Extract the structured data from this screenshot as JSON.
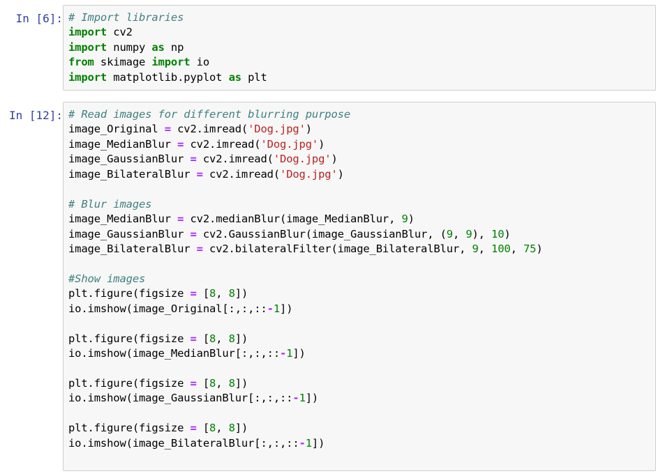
{
  "cells": [
    {
      "prompt": "In [6]:",
      "lines": [
        [
          [
            "cm",
            "# Import libraries"
          ]
        ],
        [
          [
            "kw",
            "import"
          ],
          [
            "pl",
            " cv2"
          ]
        ],
        [
          [
            "kw",
            "import"
          ],
          [
            "pl",
            " numpy "
          ],
          [
            "kw",
            "as"
          ],
          [
            "pl",
            " np"
          ]
        ],
        [
          [
            "kw",
            "from"
          ],
          [
            "pl",
            " skimage "
          ],
          [
            "kw",
            "import"
          ],
          [
            "pl",
            " io"
          ]
        ],
        [
          [
            "kw",
            "import"
          ],
          [
            "pl",
            " matplotlib.pyplot "
          ],
          [
            "kw",
            "as"
          ],
          [
            "pl",
            " plt"
          ]
        ]
      ]
    },
    {
      "prompt": "In [12]:",
      "lines": [
        [
          [
            "cm",
            "# Read images for different blurring purpose"
          ]
        ],
        [
          [
            "pl",
            "image_Original "
          ],
          [
            "op",
            "="
          ],
          [
            "pl",
            " cv2.imread("
          ],
          [
            "str",
            "'Dog.jpg'"
          ],
          [
            "pl",
            ")"
          ]
        ],
        [
          [
            "pl",
            "image_MedianBlur "
          ],
          [
            "op",
            "="
          ],
          [
            "pl",
            " cv2.imread("
          ],
          [
            "str",
            "'Dog.jpg'"
          ],
          [
            "pl",
            ")"
          ]
        ],
        [
          [
            "pl",
            "image_GaussianBlur "
          ],
          [
            "op",
            "="
          ],
          [
            "pl",
            " cv2.imread("
          ],
          [
            "str",
            "'Dog.jpg'"
          ],
          [
            "pl",
            ")"
          ]
        ],
        [
          [
            "pl",
            "image_BilateralBlur "
          ],
          [
            "op",
            "="
          ],
          [
            "pl",
            " cv2.imread("
          ],
          [
            "str",
            "'Dog.jpg'"
          ],
          [
            "pl",
            ")"
          ]
        ],
        [],
        [
          [
            "cm",
            "# Blur images"
          ]
        ],
        [
          [
            "pl",
            "image_MedianBlur "
          ],
          [
            "op",
            "="
          ],
          [
            "pl",
            " cv2.medianBlur(image_MedianBlur, "
          ],
          [
            "num",
            "9"
          ],
          [
            "pl",
            ")"
          ]
        ],
        [
          [
            "pl",
            "image_GaussianBlur "
          ],
          [
            "op",
            "="
          ],
          [
            "pl",
            " cv2.GaussianBlur(image_GaussianBlur, ("
          ],
          [
            "num",
            "9"
          ],
          [
            "pl",
            ", "
          ],
          [
            "num",
            "9"
          ],
          [
            "pl",
            "), "
          ],
          [
            "num",
            "10"
          ],
          [
            "pl",
            ")"
          ]
        ],
        [
          [
            "pl",
            "image_BilateralBlur "
          ],
          [
            "op",
            "="
          ],
          [
            "pl",
            " cv2.bilateralFilter(image_BilateralBlur, "
          ],
          [
            "num",
            "9"
          ],
          [
            "pl",
            ", "
          ],
          [
            "num",
            "100"
          ],
          [
            "pl",
            ", "
          ],
          [
            "num",
            "75"
          ],
          [
            "pl",
            ")"
          ]
        ],
        [],
        [
          [
            "cm",
            "#Show images"
          ]
        ],
        [
          [
            "pl",
            "plt.figure(figsize "
          ],
          [
            "op",
            "="
          ],
          [
            "pl",
            " ["
          ],
          [
            "num",
            "8"
          ],
          [
            "pl",
            ", "
          ],
          [
            "num",
            "8"
          ],
          [
            "pl",
            "])"
          ]
        ],
        [
          [
            "pl",
            "io.imshow(image_Original[:,:,::"
          ],
          [
            "op",
            "-"
          ],
          [
            "num",
            "1"
          ],
          [
            "pl",
            "])"
          ]
        ],
        [],
        [
          [
            "pl",
            "plt.figure(figsize "
          ],
          [
            "op",
            "="
          ],
          [
            "pl",
            " ["
          ],
          [
            "num",
            "8"
          ],
          [
            "pl",
            ", "
          ],
          [
            "num",
            "8"
          ],
          [
            "pl",
            "])"
          ]
        ],
        [
          [
            "pl",
            "io.imshow(image_MedianBlur[:,:,::"
          ],
          [
            "op",
            "-"
          ],
          [
            "num",
            "1"
          ],
          [
            "pl",
            "])"
          ]
        ],
        [],
        [
          [
            "pl",
            "plt.figure(figsize "
          ],
          [
            "op",
            "="
          ],
          [
            "pl",
            " ["
          ],
          [
            "num",
            "8"
          ],
          [
            "pl",
            ", "
          ],
          [
            "num",
            "8"
          ],
          [
            "pl",
            "])"
          ]
        ],
        [
          [
            "pl",
            "io.imshow(image_GaussianBlur[:,:,::"
          ],
          [
            "op",
            "-"
          ],
          [
            "num",
            "1"
          ],
          [
            "pl",
            "])"
          ]
        ],
        [],
        [
          [
            "pl",
            "plt.figure(figsize "
          ],
          [
            "op",
            "="
          ],
          [
            "pl",
            " ["
          ],
          [
            "num",
            "8"
          ],
          [
            "pl",
            ", "
          ],
          [
            "num",
            "8"
          ],
          [
            "pl",
            "])"
          ]
        ],
        [
          [
            "pl",
            "io.imshow(image_BilateralBlur[:,:,::"
          ],
          [
            "op",
            "-"
          ],
          [
            "num",
            "1"
          ],
          [
            "pl",
            "])"
          ]
        ]
      ]
    }
  ],
  "colors": {
    "prompt": "#303f9f",
    "keyword": "#008000",
    "comment": "#408080",
    "string": "#ba2121",
    "number": "#008000",
    "operator": "#aa22ff",
    "cell_background": "#f7f7f7",
    "cell_border": "#cfcfcf"
  }
}
